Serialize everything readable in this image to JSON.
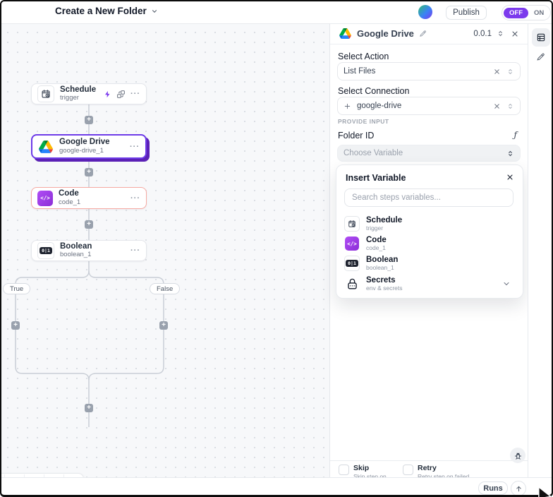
{
  "topbar": {
    "title": "Create a New Folder",
    "publish": "Publish",
    "toggle": {
      "off": "OFF",
      "on": "ON"
    }
  },
  "canvas": {
    "nodes": [
      {
        "title": "Schedule",
        "subtitle": "trigger"
      },
      {
        "title": "Google Drive",
        "subtitle": "google-drive_1"
      },
      {
        "title": "Code",
        "subtitle": "code_1"
      },
      {
        "title": "Boolean",
        "subtitle": "boolean_1"
      }
    ],
    "branches": {
      "true_label": "True",
      "false_label": "False"
    }
  },
  "panel": {
    "title": "Google Drive",
    "version": "0.0.1",
    "action": {
      "label": "Select Action",
      "value": "List Files"
    },
    "connection": {
      "label": "Select Connection",
      "value": "google-drive"
    },
    "section_label": "PROVIDE INPUT",
    "folder": {
      "label": "Folder ID",
      "placeholder": "Choose Variable"
    },
    "popup": {
      "title": "Insert Variable",
      "search_placeholder": "Search steps variables...",
      "items": [
        {
          "name": "Schedule",
          "sub": "trigger"
        },
        {
          "name": "Code",
          "sub": "code_1"
        },
        {
          "name": "Boolean",
          "sub": "boolean_1"
        },
        {
          "name": "Secrets",
          "sub": "env & secrets"
        }
      ]
    },
    "footer": {
      "skip": {
        "label": "Skip",
        "sub": "Skip step on error"
      },
      "retry": {
        "label": "Retry",
        "sub": "Retry step on failed"
      }
    }
  },
  "bottombar": {
    "runs": "Runs"
  },
  "icons": {
    "dots": "···",
    "plus": "+",
    "fx": "ƒ",
    "code_glyph": "</>",
    "bool_glyph": "0|1"
  },
  "colors": {
    "accent": "#7c3aed",
    "selected_border": "#6d3be8",
    "error_border": "#f6a9a2"
  }
}
